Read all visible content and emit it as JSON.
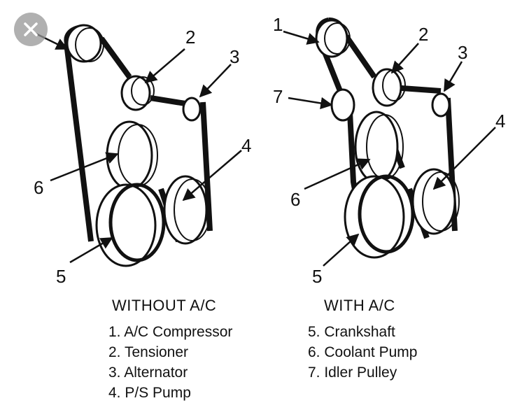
{
  "labels": {
    "left": [
      "2",
      "3",
      "4",
      "5",
      "6"
    ],
    "right": [
      "1",
      "2",
      "3",
      "4",
      "5",
      "6",
      "7"
    ]
  },
  "captions": {
    "without": "WITHOUT A/C",
    "with": "WITH A/C"
  },
  "legend": {
    "col1": [
      "1. A/C Compressor",
      "2. Tensioner",
      "3. Alternator",
      "4. P/S Pump"
    ],
    "col2": [
      "5. Crankshaft",
      "6. Coolant Pump",
      "7. Idler Pulley"
    ]
  },
  "colors": {
    "ink": "#111111",
    "overlay": "#969696"
  },
  "icons": {
    "close": "close-icon"
  }
}
